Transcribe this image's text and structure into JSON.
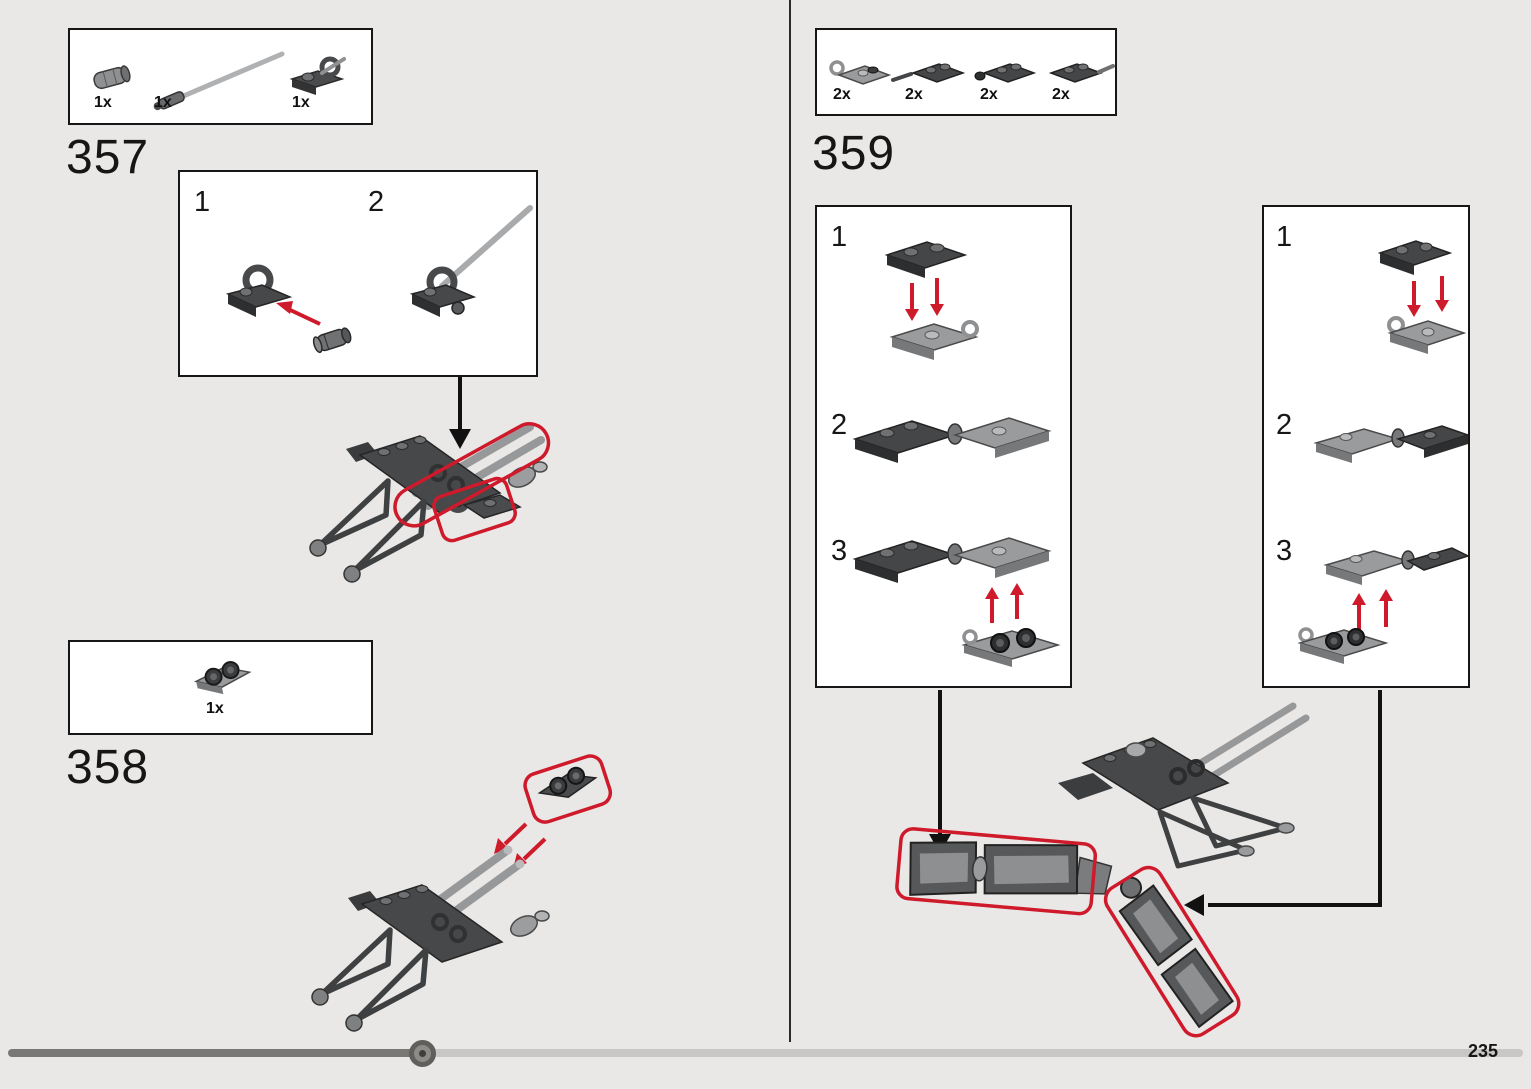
{
  "page_number": "235",
  "colors": {
    "background": "#e9e8e6",
    "box_fill": "#ffffff",
    "box_border": "#161616",
    "highlight_red": "#ce1a2b",
    "part_dark_gray": "#47484a",
    "part_light_gray": "#9a9b9d",
    "progress_track": "#c9c7c5",
    "progress_fill": "#7a7876"
  },
  "icons": {
    "assembly_arrow": "solid black arrow",
    "attach_arrow": "red attach arrow",
    "highlight_outline": "red new-part outline"
  },
  "step357": {
    "number": "357",
    "parts_box": {
      "counts": [
        "1x",
        "1x",
        "1x"
      ]
    },
    "sub_box": {
      "labels": [
        "1",
        "2"
      ]
    }
  },
  "step358": {
    "number": "358",
    "parts_box": {
      "counts": [
        "1x"
      ]
    }
  },
  "step359": {
    "number": "359",
    "parts_box": {
      "counts": [
        "2x",
        "2x",
        "2x",
        "2x"
      ]
    },
    "left_sub_box": {
      "labels": [
        "1",
        "2",
        "3"
      ]
    },
    "right_sub_box": {
      "labels": [
        "1",
        "2",
        "3"
      ]
    }
  }
}
